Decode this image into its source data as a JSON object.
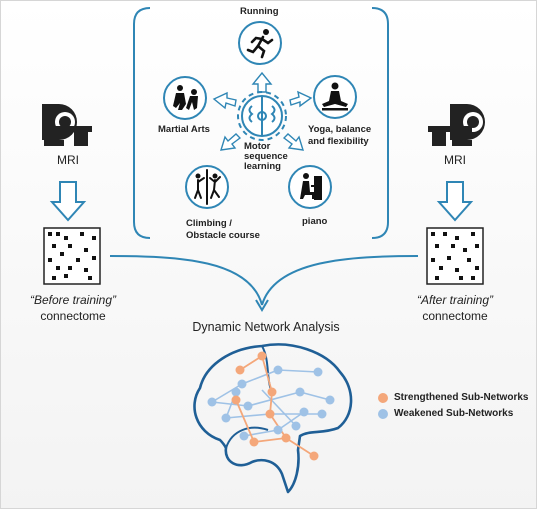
{
  "activities": {
    "running": "Running",
    "martial_arts": "Martial Arts",
    "yoga": "Yoga, balance\nand flexibility",
    "climbing": "Climbing /\nObstacle course",
    "piano": "piano",
    "center": "Motor\nsequence\nlearning"
  },
  "left": {
    "mri_label": "MRI",
    "connectome_italic": "“Before training”",
    "connectome_word": "connectome"
  },
  "right": {
    "mri_label": "MRI",
    "connectome_italic": "“After training”",
    "connectome_word": "connectome"
  },
  "analysis_title": "Dynamic Network Analysis",
  "legend": {
    "strengthened": "Strengthened Sub-Networks",
    "weakened": "Weakened Sub-Networks"
  },
  "colors": {
    "accent": "#2f86b5",
    "strengthened": "#f4a77a",
    "weakened": "#9fc2e6",
    "brain_outline": "#1f5f96"
  }
}
